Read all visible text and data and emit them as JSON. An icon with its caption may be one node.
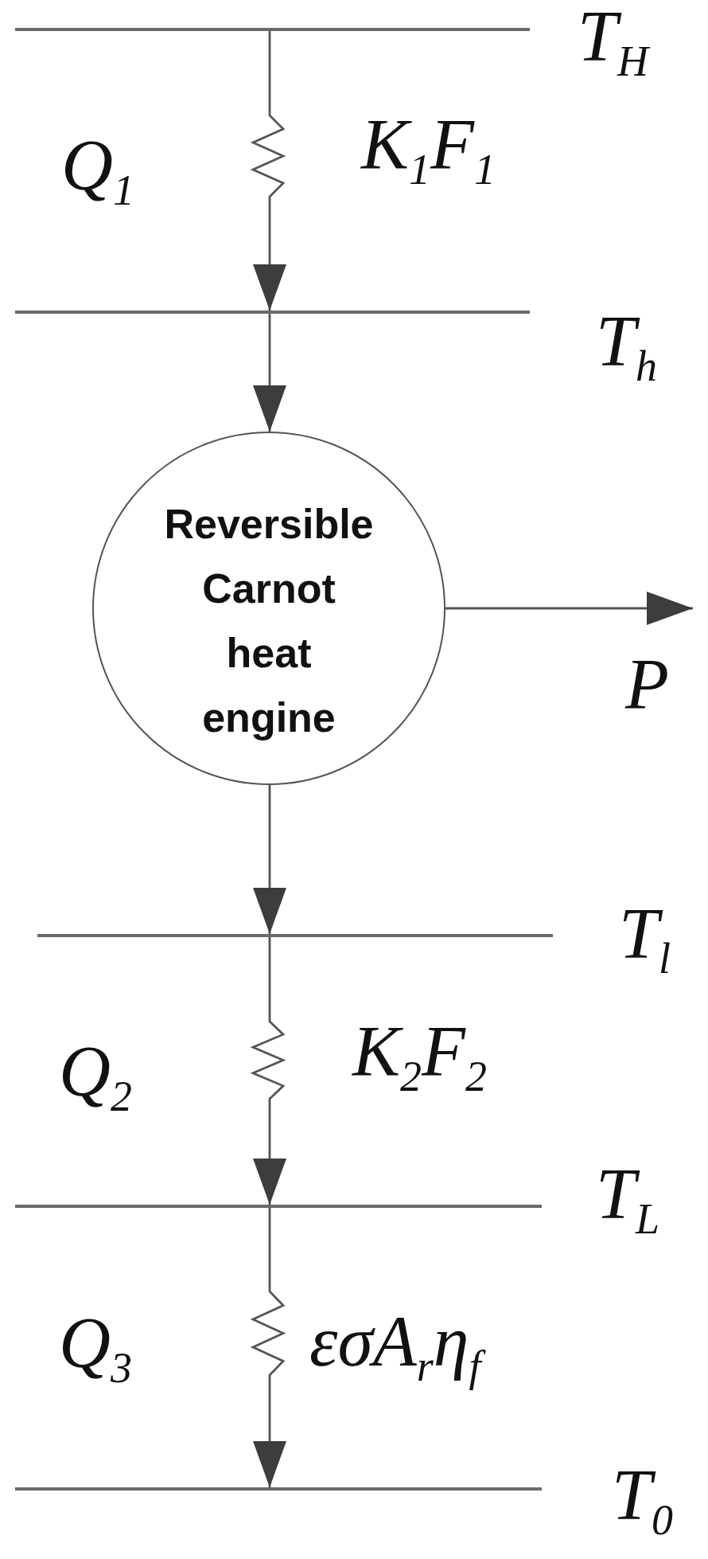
{
  "diagram": {
    "nodes": [
      {
        "text": [],
        "shape": "line",
        "beside": [
          "T$_{H}$"
        ]
      },
      {
        "text": [],
        "shape": "line",
        "beside": [
          "T$_{h}$"
        ]
      },
      {
        "text": [
          "Reversible Carnot heat engine"
        ]
      },
      {
        "text": [],
        "shape": "line",
        "beside": [
          "T$_{l}$"
        ]
      },
      {
        "text": [],
        "shape": "line",
        "beside": [
          "T$_{L}$"
        ]
      },
      {
        "text": [],
        "shape": "line",
        "beside": [
          "T$_{0}$"
        ]
      }
    ],
    "edges": [
      {
        "from": 0,
        "to": 1,
        "arrow": "to"
      },
      {
        "from": 1,
        "to": 2,
        "arrow": "to"
      },
      {
        "from": 2,
        "to": 3,
        "arrow": "to"
      },
      {
        "from": 3,
        "to": 4,
        "arrow": "to"
      },
      {
        "from": 4,
        "to": 5,
        "arrow": "to"
      },
      {
        "from": 2,
        "to": null,
        "arrow": "to",
        "label": "P"
      }
    ],
    "labels": [
      "Q$_{1}$",
      "K$_{1}$F$_{1}$",
      "Q$_{2}$",
      "K$_{2}$F$_{2}$",
      "Q$_{3}$",
      "εσA$_{r}$η$_{f}$"
    ]
  }
}
